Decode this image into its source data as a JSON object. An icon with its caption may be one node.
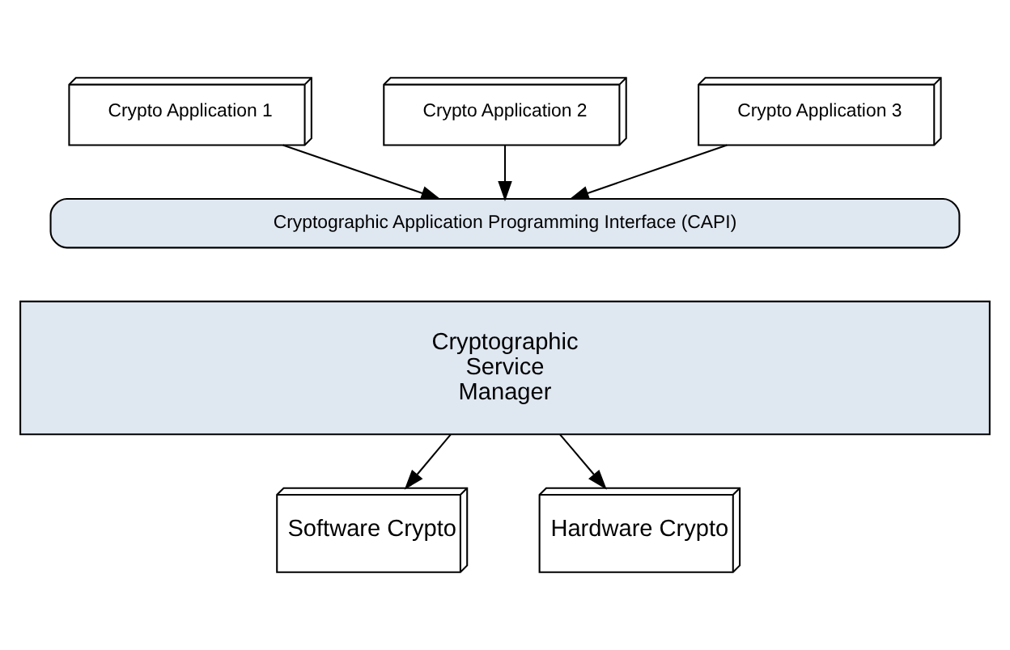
{
  "diagram": {
    "nodes": [
      {
        "text": [
          "Crypto Application 1"
        ]
      },
      {
        "text": [
          "Crypto Application 2"
        ]
      },
      {
        "text": [
          "Crypto Application 3"
        ]
      },
      {
        "text": [
          "Cryptographic Application Programming Interface (CAPI)"
        ]
      },
      {
        "text": [
          "Cryptographic Service Manager"
        ]
      },
      {
        "text": [
          "Software Crypto"
        ]
      },
      {
        "text": [
          "Hardware Crypto"
        ]
      }
    ],
    "edges": [
      {
        "from": 0,
        "to": 3,
        "arrow": "to"
      },
      {
        "from": 1,
        "to": 3,
        "arrow": "to"
      },
      {
        "from": 2,
        "to": 3,
        "arrow": "to"
      },
      {
        "from": 4,
        "to": 5,
        "arrow": "to"
      },
      {
        "from": 4,
        "to": 6,
        "arrow": "to"
      }
    ]
  }
}
